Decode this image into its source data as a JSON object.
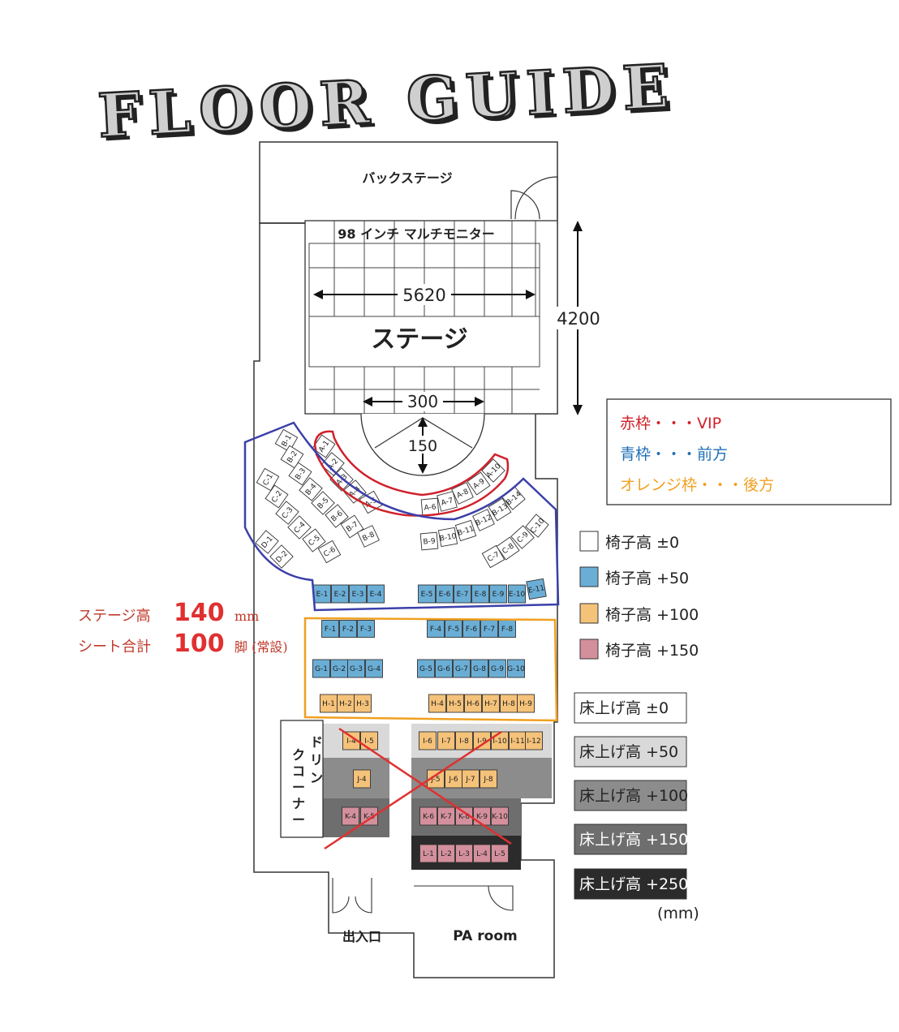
{
  "title": "FLOOR GUIDE",
  "rooms": {
    "backstage": "バックステージ",
    "monitor": "98 インチ マルチモニター",
    "stage": "ステージ",
    "drink_corner": "ドリンクコーナー",
    "entrance": "出入口",
    "pa_room": "PA room"
  },
  "dimensions": {
    "stage_width": "5620",
    "stage_depth": "4200",
    "apron_width": "300",
    "apron_depth": "150"
  },
  "info": {
    "stage_height_label": "ステージ高",
    "stage_height_value": "140",
    "stage_height_unit": "mm",
    "seat_total_label": "シート合計",
    "seat_total_value": "100",
    "seat_total_unit": "脚 (常設)"
  },
  "frame_legend": [
    {
      "text": "赤枠・・・VIP",
      "color": "#d0202a"
    },
    {
      "text": "青枠・・・前方",
      "color": "#1f6fb5"
    },
    {
      "text": "オレンジ枠・・・後方",
      "color": "#f0a020"
    }
  ],
  "chair_legend": [
    {
      "text": "椅子高 ±0",
      "fill": "#ffffff"
    },
    {
      "text": "椅子高 +50",
      "fill": "#6aaed6"
    },
    {
      "text": "椅子高 +100",
      "fill": "#f5c27a"
    },
    {
      "text": "椅子高 +150",
      "fill": "#d3909c"
    }
  ],
  "floor_legend": [
    {
      "text": "床上げ高 ±0",
      "fill": "#ffffff",
      "textColor": "#222222"
    },
    {
      "text": "床上げ高 +50",
      "fill": "#d9d9d9",
      "textColor": "#222222"
    },
    {
      "text": "床上げ高 +100",
      "fill": "#8c8c8c",
      "textColor": "#222222"
    },
    {
      "text": "床上げ高 +150",
      "fill": "#6e6e6e",
      "textColor": "#ffffff"
    },
    {
      "text": "床上げ高 +250",
      "fill": "#2b2b2b",
      "textColor": "#ffffff"
    }
  ],
  "units": "(mm)",
  "seat_colors": {
    "white": "#ffffff",
    "blue": "#6aaed6",
    "orange": "#f5c27a",
    "pink": "#d3909c"
  },
  "seats": {
    "A": [
      "A-1",
      "A-2",
      "A-3",
      "A-4",
      "A-5",
      "A-6",
      "A-7",
      "A-8",
      "A-9",
      "A-10"
    ],
    "B": [
      "B-1",
      "B-2",
      "B-3",
      "B-4",
      "B-5",
      "B-6",
      "B-7",
      "B-8",
      "B-9",
      "B-10",
      "B-11",
      "B-12",
      "B-13",
      "B-14"
    ],
    "C": [
      "C-1",
      "C-2",
      "C-3",
      "C-4",
      "C-5",
      "C-6",
      "C-7",
      "C-8",
      "C-9",
      "C-10"
    ],
    "D": [
      "D-1",
      "D-2"
    ],
    "E": [
      "E-1",
      "E-2",
      "E-3",
      "E-4",
      "E-5",
      "E-6",
      "E-7",
      "E-8",
      "E-9",
      "E-10",
      "E-11"
    ],
    "F": [
      "F-1",
      "F-2",
      "F-3",
      "F-4",
      "F-5",
      "F-6",
      "F-7",
      "F-8"
    ],
    "G": [
      "G-1",
      "G-2",
      "G-3",
      "G-4",
      "G-5",
      "G-6",
      "G-7",
      "G-8",
      "G-9",
      "G-10"
    ],
    "H": [
      "H-1",
      "H-2",
      "H-3",
      "H-4",
      "H-5",
      "H-6",
      "H-7",
      "H-8",
      "H-9"
    ],
    "I": [
      "I-4",
      "I-5",
      "I-6",
      "I-7",
      "I-8",
      "I-9",
      "I-10",
      "I-11",
      "I-12"
    ],
    "J": [
      "J-4",
      "J-5",
      "J-6",
      "J-7",
      "J-8"
    ],
    "K": [
      "K-4",
      "K-5",
      "K-6",
      "K-7",
      "K-8",
      "K-9",
      "K-10"
    ],
    "L": [
      "L-1",
      "L-2",
      "L-3",
      "L-4",
      "L-5"
    ]
  }
}
